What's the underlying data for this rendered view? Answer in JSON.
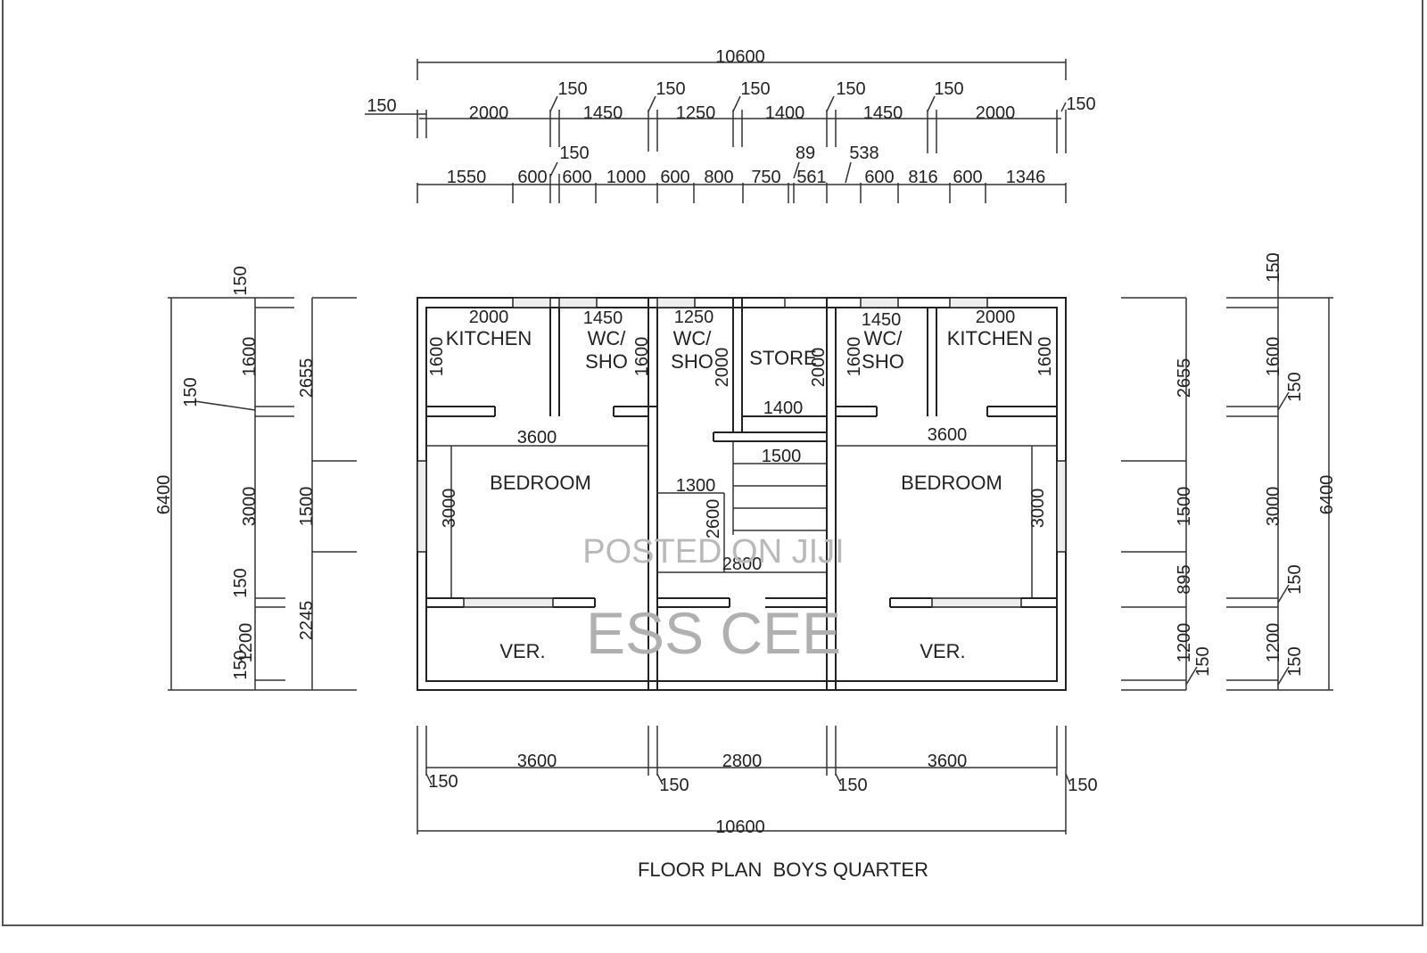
{
  "title": "FLOOR PLAN  BOYS QUARTER",
  "watermark": {
    "line1": "POSTED ON JIJI",
    "line2": "ESS CEE"
  },
  "rooms": {
    "kitchen_left": "KITCHEN",
    "kitchen_right": "KITCHEN",
    "wc_left_a": "WC/",
    "wc_left_b": "SHO",
    "wc_mid_a": "WC/",
    "wc_mid_b": "SHO",
    "wc_right_a": "WC/",
    "wc_right_b": "SHO",
    "store": "STORE",
    "bedroom_left": "BEDROOM",
    "bedroom_right": "BEDROOM",
    "ver_left": "VER.",
    "ver_right": "VER."
  },
  "dims": {
    "top_overall": "10600",
    "top_row1": [
      "150",
      "2000",
      "150",
      "1450",
      "150",
      "1250",
      "150",
      "1400",
      "150",
      "1450",
      "150",
      "2000",
      "150"
    ],
    "top_row2": [
      "1550",
      "600",
      "150",
      "600",
      "1000",
      "600",
      "800",
      "750",
      "89",
      "561",
      "538",
      "600",
      "816",
      "600",
      "1346"
    ],
    "bottom": [
      "3600",
      "2800",
      "3600",
      "150",
      "150",
      "150",
      "150"
    ],
    "bottom_overall": "10600",
    "left_outer": "6400",
    "left_inner": [
      "150",
      "1600",
      "150",
      "3000",
      "150",
      "1200",
      "150"
    ],
    "left_mid": [
      "2655",
      "1500",
      "2245"
    ],
    "right_outer": "6400",
    "right_inner": [
      "150",
      "1600",
      "150",
      "3000",
      "150",
      "1200",
      "150"
    ],
    "right_mid": [
      "2655",
      "1500",
      "895",
      "1200",
      "150"
    ],
    "interior": [
      "2000",
      "1450",
      "1250",
      "1450",
      "2000",
      "1600",
      "1600",
      "2000",
      "2000",
      "1600",
      "1600",
      "1400",
      "3600",
      "3600",
      "1500",
      "1300",
      "3000",
      "3000",
      "2600",
      "2800"
    ]
  }
}
